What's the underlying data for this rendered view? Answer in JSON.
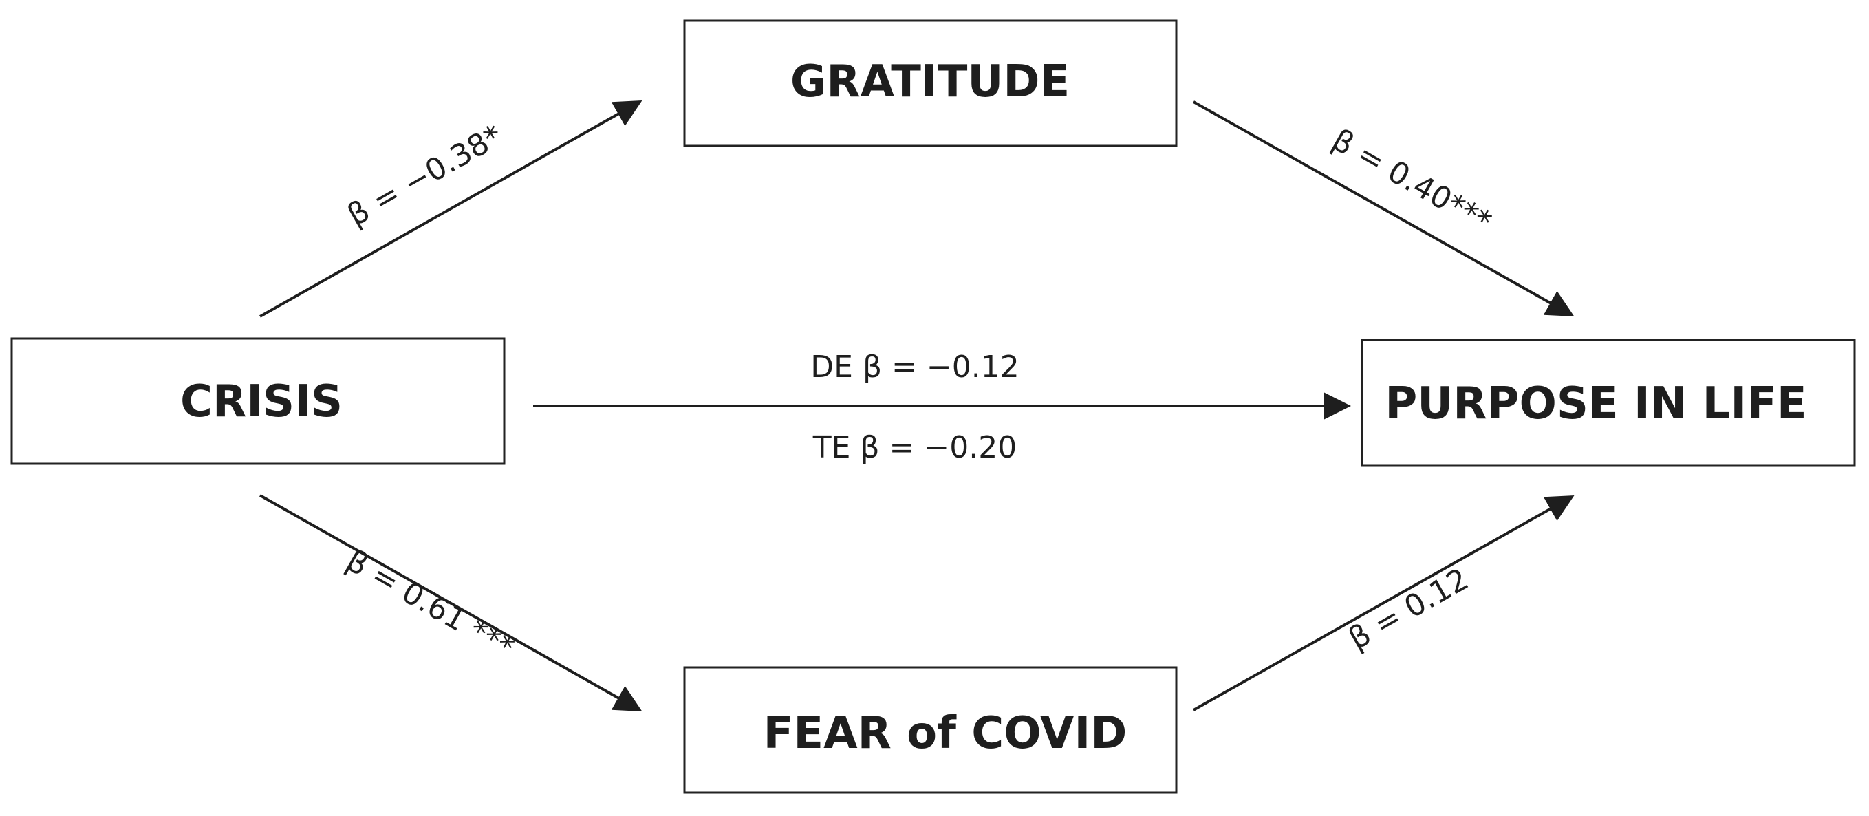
{
  "nodes": {
    "gratitude": "GRATITUDE",
    "crisis": "CRISIS",
    "purpose": "PURPOSE IN LIFE",
    "fear": "FEAR of COVID"
  },
  "edges": {
    "crisis_gratitude": "β = −0.38*",
    "gratitude_purpose": "β = 0.40***",
    "crisis_purpose_de": "DE β = −0.12",
    "crisis_purpose_te": "TE β = −0.20",
    "crisis_fear": "β = 0.61 ***",
    "fear_purpose": "β = 0.12"
  },
  "colors": {
    "stroke": "#1e1e1e",
    "background": "#ffffff"
  }
}
